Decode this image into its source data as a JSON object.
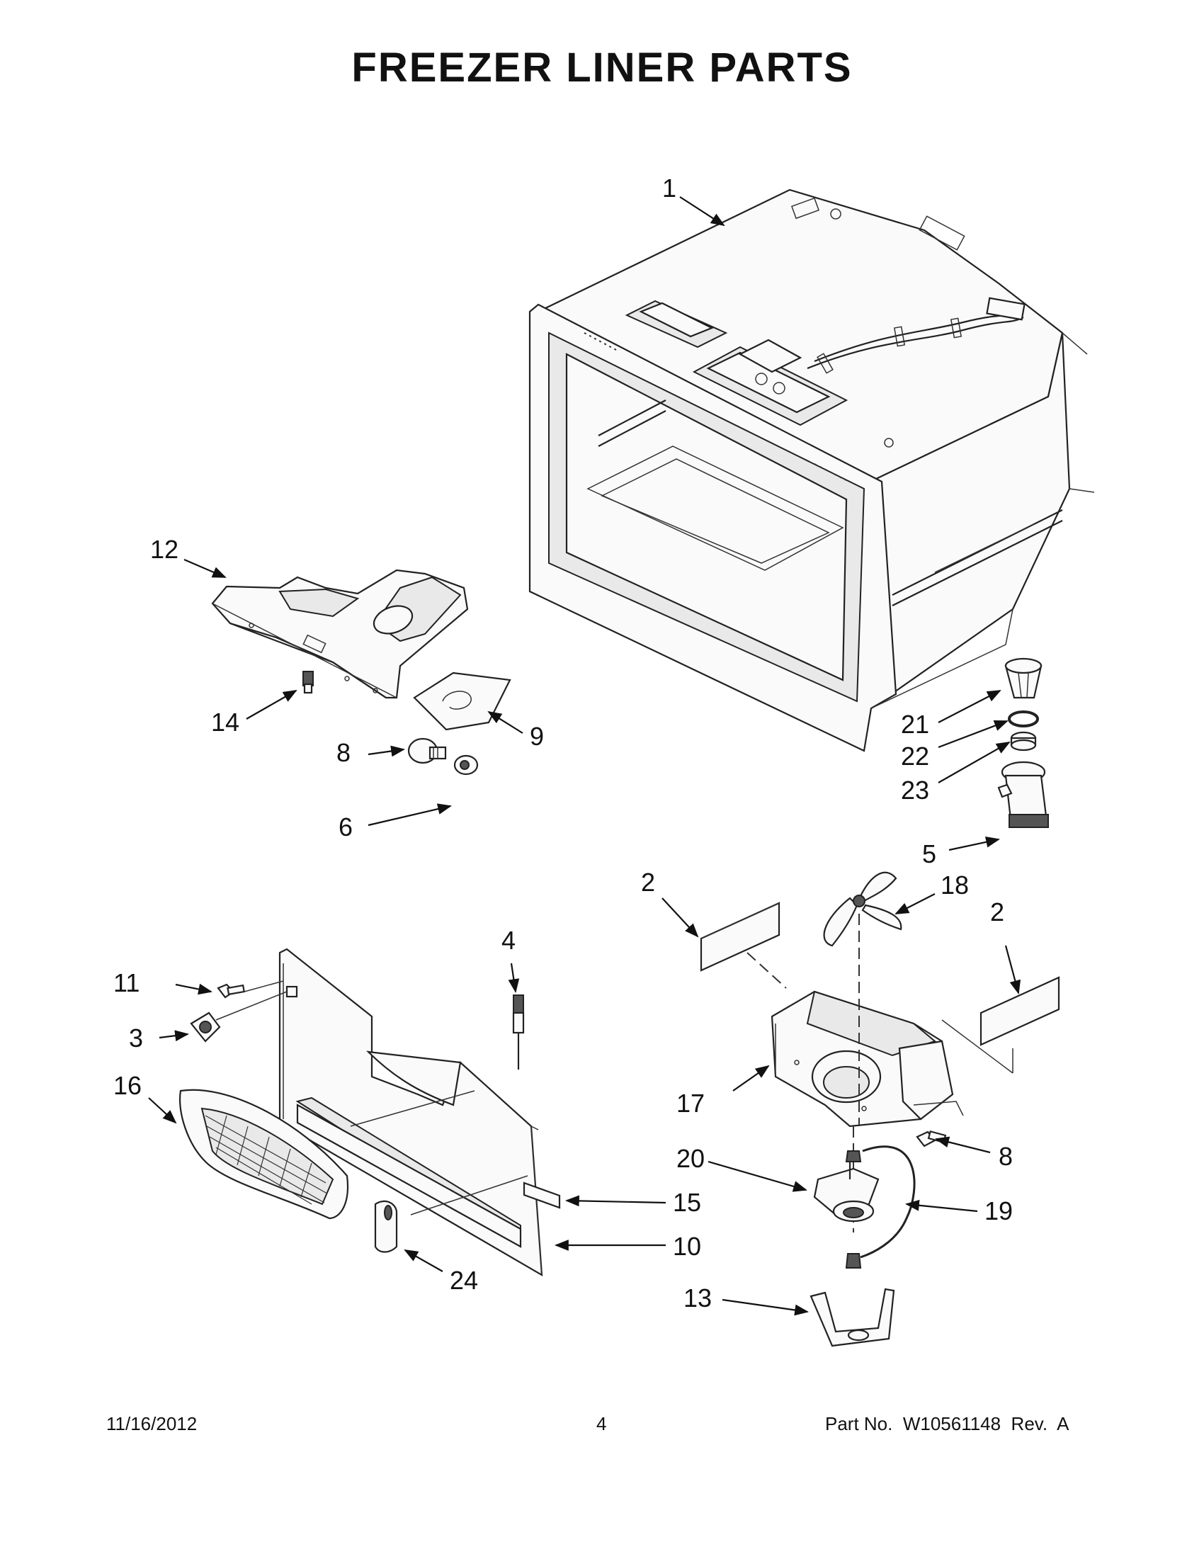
{
  "page": {
    "title": "FREEZER LINER PARTS",
    "footer_date": "11/16/2012",
    "footer_page": "4",
    "footer_part": "Part No.  W10561148  Rev.  A"
  },
  "callouts": {
    "c1": "1",
    "c2a": "2",
    "c2b": "2",
    "c3": "3",
    "c4": "4",
    "c5": "5",
    "c6": "6",
    "c8a": "8",
    "c8b": "8",
    "c9": "9",
    "c10": "10",
    "c11": "11",
    "c12": "12",
    "c13": "13",
    "c14": "14",
    "c15": "15",
    "c16": "16",
    "c17": "17",
    "c18": "18",
    "c19": "19",
    "c20": "20",
    "c21": "21",
    "c22": "22",
    "c23": "23",
    "c24": "24"
  }
}
